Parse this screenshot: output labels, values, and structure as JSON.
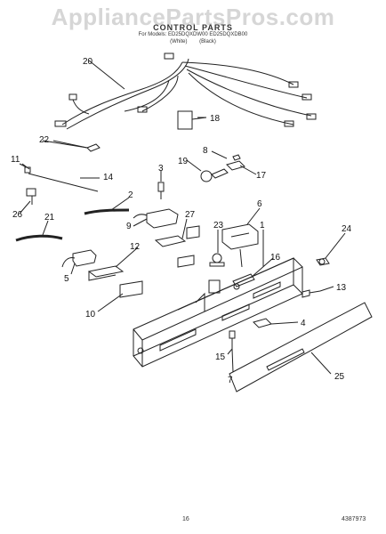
{
  "watermark": "AppliancePartsPros.com",
  "header": {
    "title": "CONTROL PARTS",
    "subtitle": "For Models: ED25DQXDW00 ED25DQXDB00",
    "variants": [
      "(White)",
      "(Black)"
    ]
  },
  "callouts": [
    "1",
    "2",
    "3",
    "4",
    "5",
    "6",
    "7",
    "8",
    "9",
    "10",
    "11",
    "12",
    "13",
    "14",
    "15",
    "16",
    "17",
    "18",
    "19",
    "20",
    "21",
    "22",
    "23",
    "24",
    "25",
    "26",
    "27"
  ],
  "footer": {
    "page_number": "16",
    "doc_number": "4387973"
  }
}
